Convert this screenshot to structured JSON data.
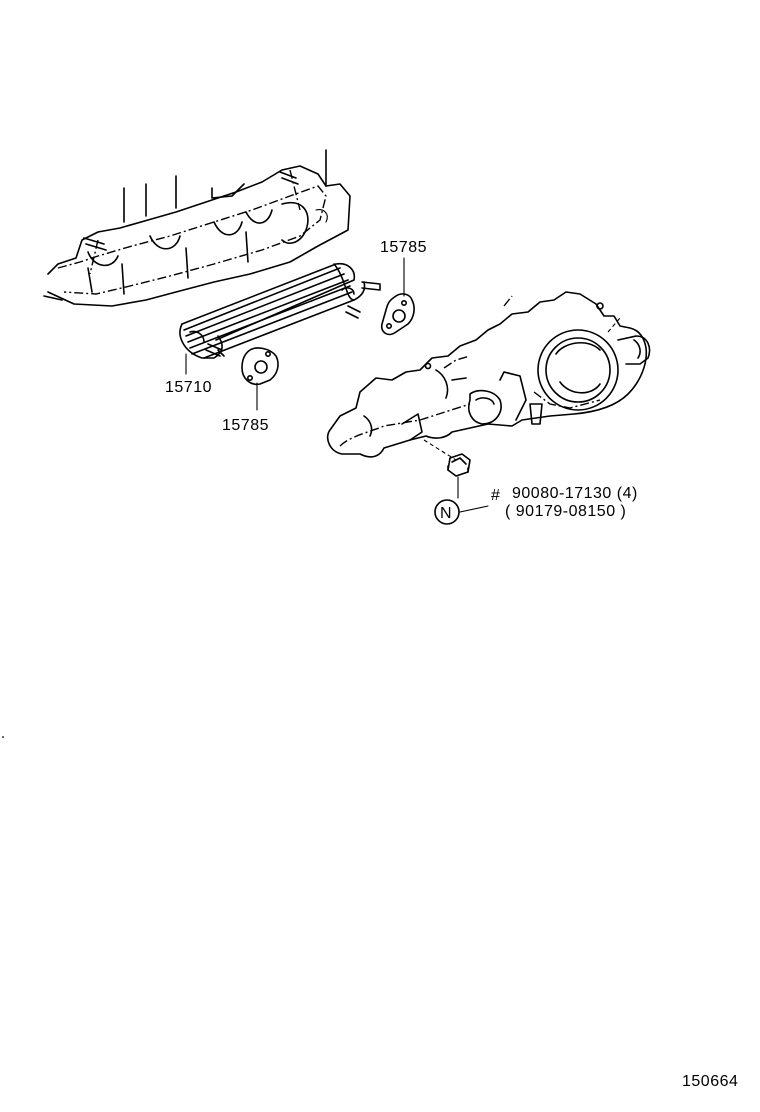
{
  "callouts": {
    "gasket_top": "15785",
    "cooler": "15710",
    "gasket_bottom": "15785",
    "nut_mark": "N",
    "nut_hash": "#",
    "nut_part": "90080-17130 (4)",
    "nut_alt": "( 90179-08150 )"
  },
  "figure_id": "150664"
}
